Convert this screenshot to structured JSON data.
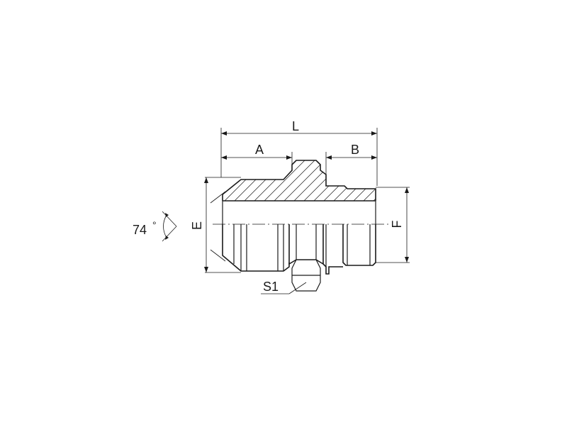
{
  "labels": {
    "L": "L",
    "A": "A",
    "B": "B",
    "E": "E",
    "F": "F",
    "S1": "S1",
    "angle": "74",
    "degree": "°"
  },
  "colors": {
    "line": "#1a1a1a",
    "background": "#ffffff"
  }
}
